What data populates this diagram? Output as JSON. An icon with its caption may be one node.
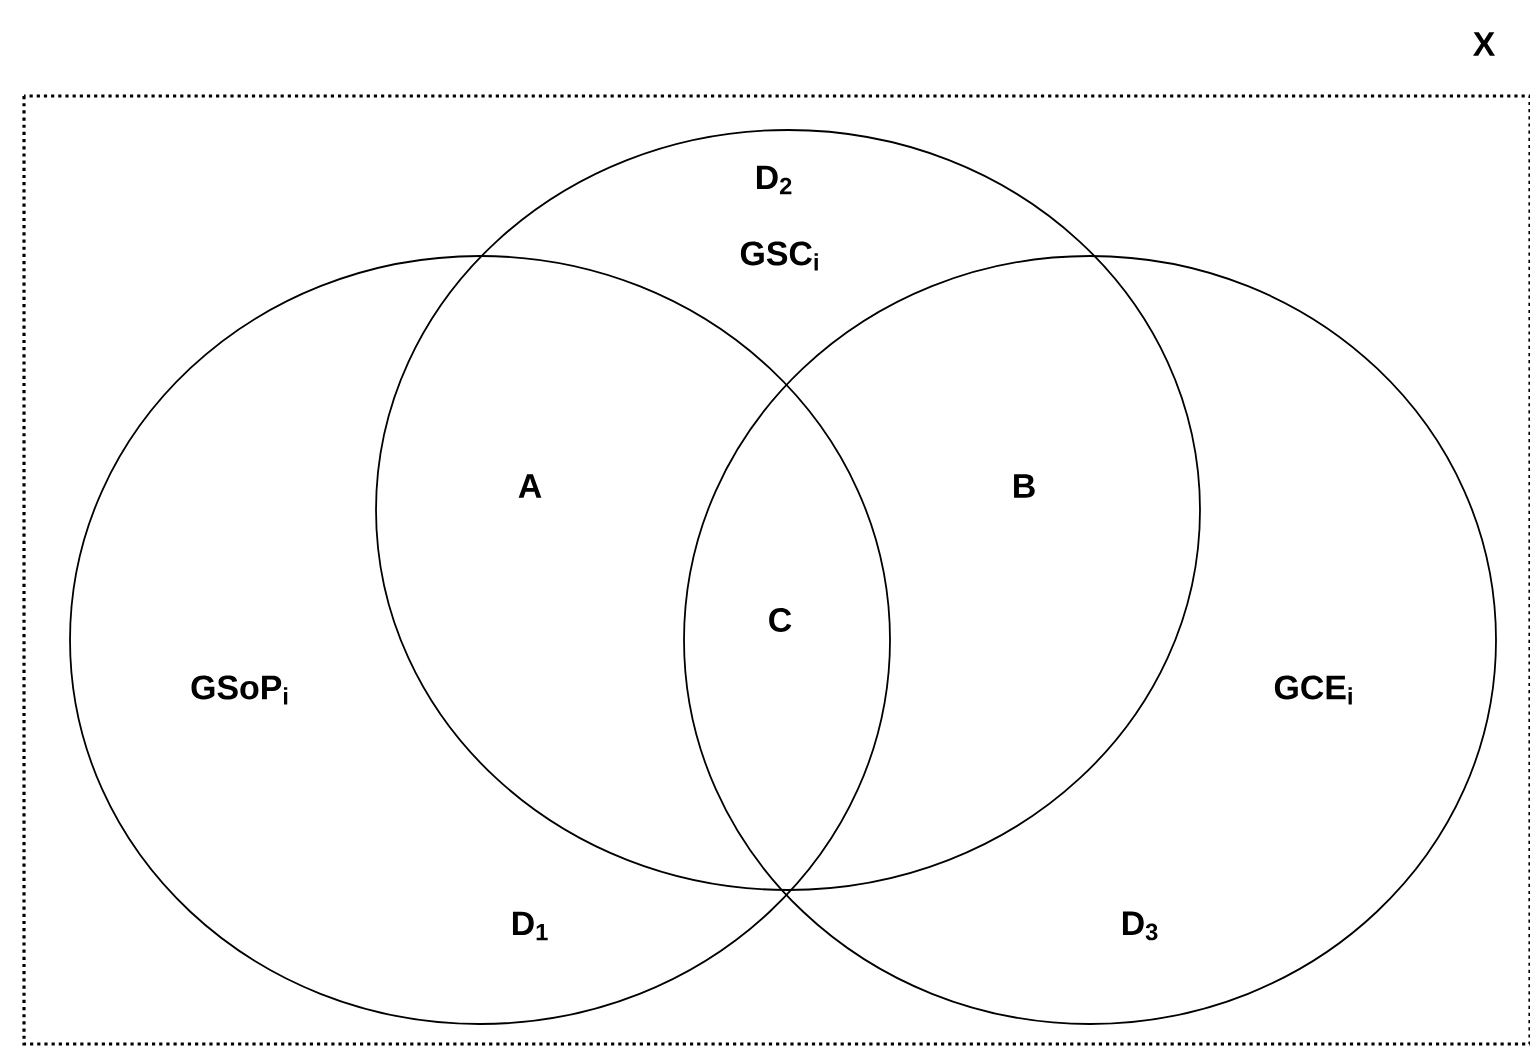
{
  "diagram": {
    "nodes": [
      {
        "text": [
          "X"
        ]
      },
      {
        "text": [
          "D$_{2}$",
          "GSC$_{i}$"
        ],
        "in": 0
      },
      {
        "text": [
          "GSoP$_{i}$",
          "D$_{1}$"
        ],
        "in": 0
      },
      {
        "text": [
          "GCE$_{i}$",
          "D$_{3}$"
        ],
        "in": 0
      }
    ],
    "labels": [
      "A",
      "B",
      "C"
    ]
  }
}
